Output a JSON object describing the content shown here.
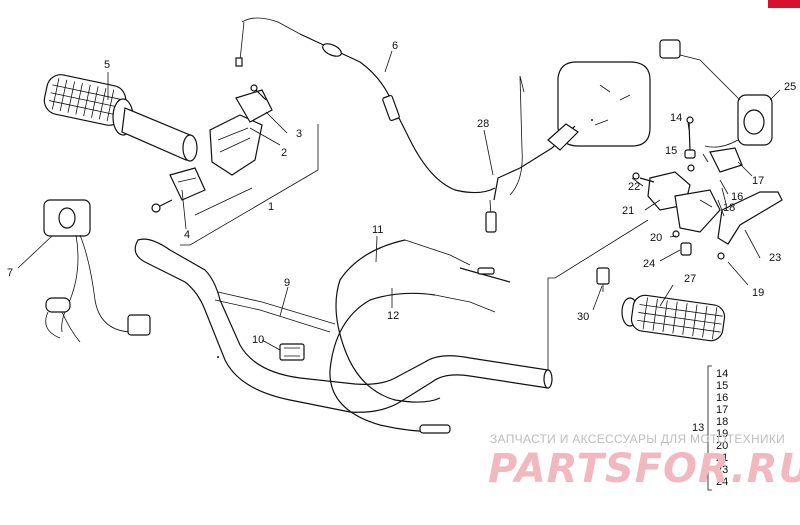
{
  "watermark": {
    "caption": "ЗАПЧАСТИ И АКСЕССУАРЫ ДЛЯ МОТОТЕХНИКИ",
    "brand": "PARTSFOR.RU",
    "color": "#f2b8bf"
  },
  "callouts": {
    "c1": "1",
    "c2": "2",
    "c3": "3",
    "c4": "4",
    "c5": "5",
    "c6": "6",
    "c7": "7",
    "c9": "9",
    "c10": "10",
    "c11": "11",
    "c12": "12",
    "c13": "13",
    "c14": "14",
    "c15": "15",
    "c16": "16",
    "c17": "17",
    "c18": "18",
    "c19": "19",
    "c20": "20",
    "c21": "21",
    "c22": "22",
    "c23": "23",
    "c24": "24",
    "c25": "25",
    "c27": "27",
    "c28": "28",
    "c30": "30"
  },
  "kit_list": {
    "label": "13",
    "items": [
      "14",
      "15",
      "16",
      "17",
      "18",
      "19",
      "20",
      "21",
      "23",
      "24"
    ]
  },
  "accent_color": "#d8102c"
}
